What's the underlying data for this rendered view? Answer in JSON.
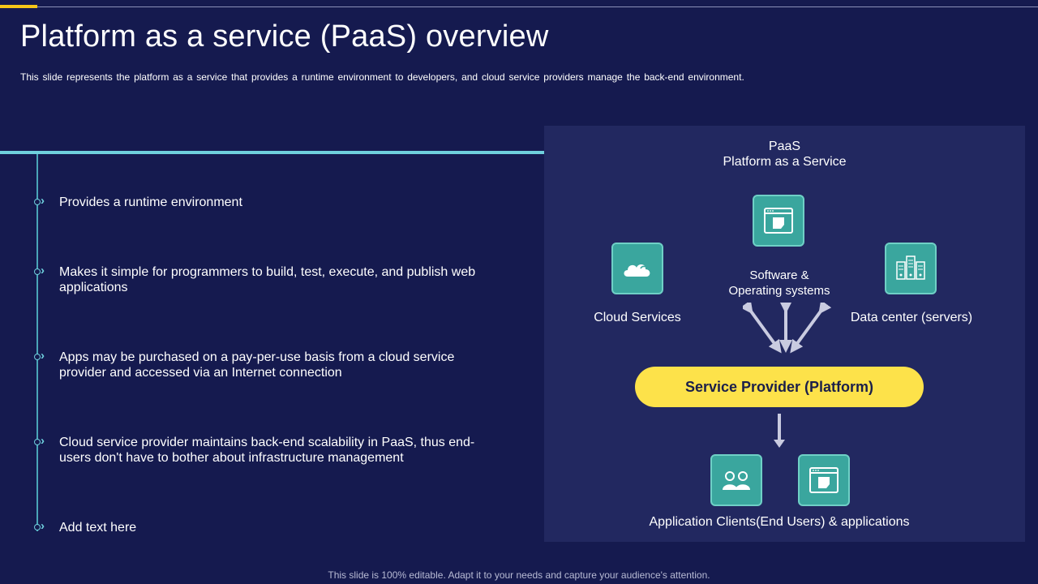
{
  "slide": {
    "title": "Platform as a service (PaaS) overview",
    "subtitle": "This slide represents the platform as a service that provides a runtime environment to developers, and cloud service providers manage the back-end environment.",
    "footer": "This slide is 100% editable. Adapt it to your needs and capture your audience's attention."
  },
  "bullets": [
    {
      "text": "Provides a runtime environment"
    },
    {
      "text": "Makes it simple for programmers to build, test, execute, and publish web applications"
    },
    {
      "text": "Apps may be purchased on a pay-per-use basis from a cloud service provider and accessed via an Internet connection"
    },
    {
      "text": "Cloud service provider maintains back-end scalability in PaaS, thus end-users don't have to bother about infrastructure management"
    },
    {
      "text": "Add text here"
    }
  ],
  "diagram": {
    "heading_line1": "PaaS",
    "heading_line2": "Platform as a Service",
    "cloud_label": "Cloud Services",
    "software_label_line1": "Software &",
    "software_label_line2": "Operating systems",
    "datacenter_label": "Data center (servers)",
    "provider_label": "Service Provider (Platform)",
    "clients_label": "Application Clients(End Users) & applications"
  },
  "colors": {
    "background": "#151a4f",
    "panel": "#222860",
    "accent_teal": "#6fd0dd",
    "tile": "#3aa69e",
    "pill": "#fde24a",
    "top_accent": "#f5c518"
  }
}
